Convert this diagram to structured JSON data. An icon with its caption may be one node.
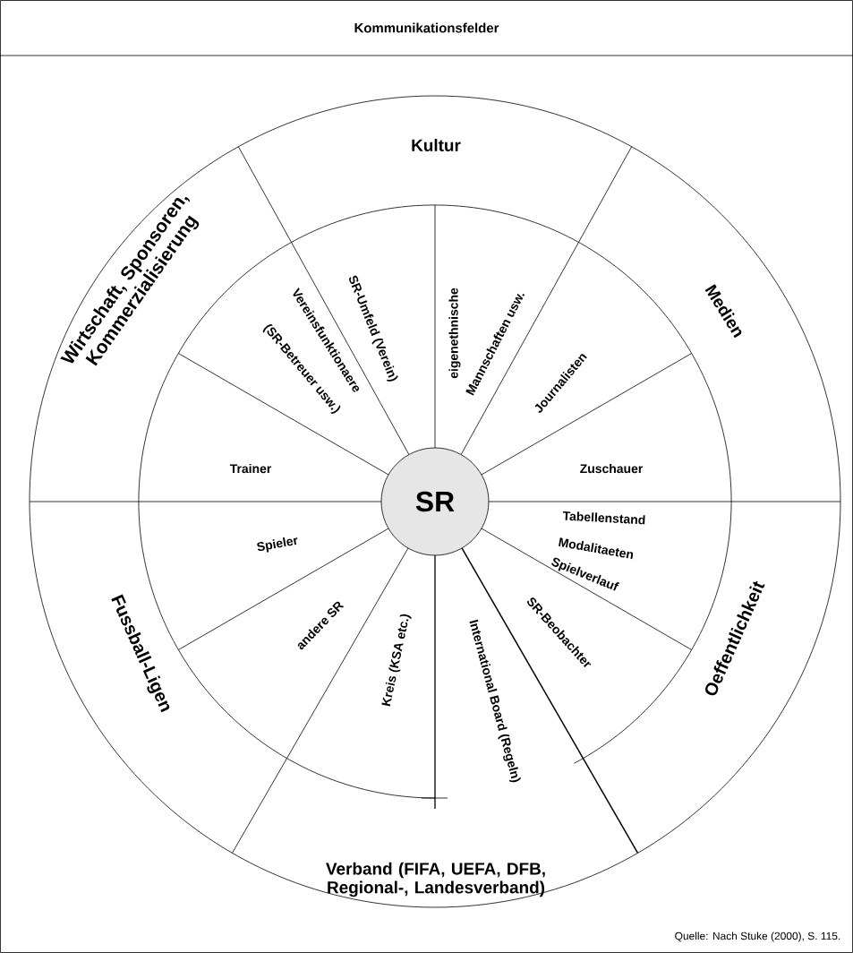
{
  "diagram": {
    "title": "Kommunikationsfelder",
    "caption": "Quelle: Nach Stuke (2000), S. 115.",
    "nodes": [
      {
        "text": [
          "Kultur"
        ]
      },
      {
        "text": [
          "Wirtschaft, Sponsoren, Kommerzialisierung"
        ]
      },
      {
        "text": [
          "Medien"
        ]
      },
      {
        "text": [
          "Vereinsfunktionaere",
          "(SR-Betreuer usw.)"
        ]
      },
      {
        "text": [
          "SR-Umfeld (Verein)"
        ]
      },
      {
        "text": [
          "eigenethnische",
          "Mannschaften usw."
        ]
      },
      {
        "text": [
          "Journalisten"
        ]
      },
      {
        "text": [
          "Trainer"
        ]
      },
      {
        "text": [
          "SR"
        ]
      },
      {
        "text": [
          "Zuschauer"
        ]
      },
      {
        "text": [
          "Tabellenstand",
          "Modalitaeten",
          "Spielverlauf"
        ]
      },
      {
        "text": [
          "Spieler"
        ]
      },
      {
        "text": [
          "andere SR"
        ]
      },
      {
        "text": [
          "Kreis (KSA etc.)"
        ]
      },
      {
        "text": [
          "International Board (Regeln)"
        ]
      },
      {
        "text": [
          "SR-Beobachter"
        ]
      },
      {
        "text": [
          "Fussball-Ligen"
        ]
      },
      {
        "text": [
          "Oeffentlichkeit"
        ]
      },
      {
        "text": [
          "Verband (FIFA, UEFA, DFB, Regional-, Landesverband)"
        ]
      }
    ]
  }
}
